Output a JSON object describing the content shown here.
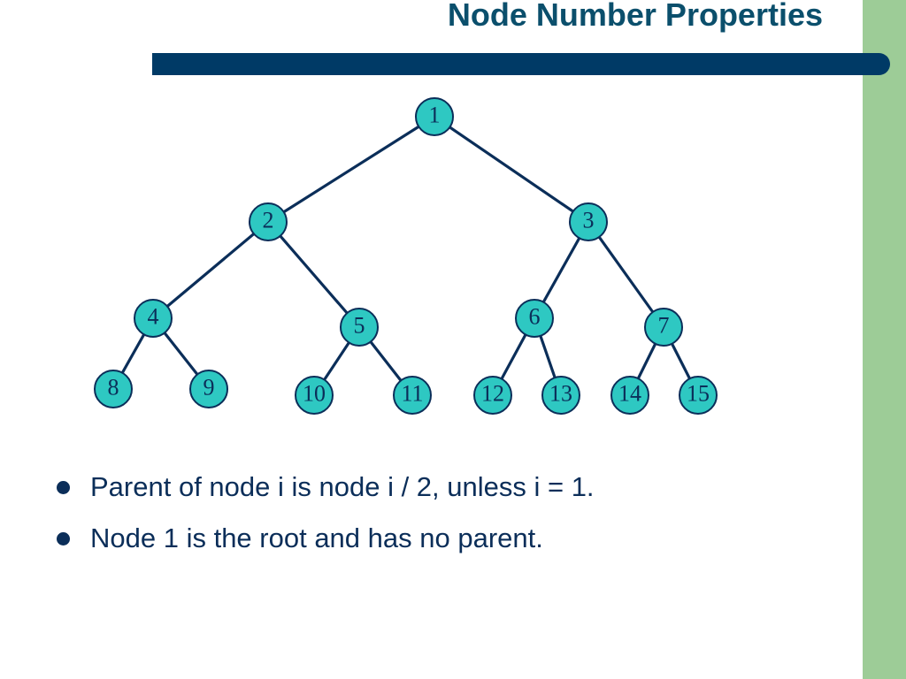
{
  "slide": {
    "title": "Node Number Properties",
    "bullets": [
      "Parent of node i is node i / 2, unless i = 1.",
      "Node 1 is the root and has no parent."
    ]
  },
  "colors": {
    "title": "#0b4f6c",
    "title_bar": "#003a66",
    "side_band": "#9dcc97",
    "node_fill": "#2ec8c2",
    "node_stroke": "#0b2e59",
    "text": "#0b2e59"
  },
  "tree": {
    "nodes": [
      {
        "id": 1,
        "label": "1"
      },
      {
        "id": 2,
        "label": "2"
      },
      {
        "id": 3,
        "label": "3"
      },
      {
        "id": 4,
        "label": "4"
      },
      {
        "id": 5,
        "label": "5"
      },
      {
        "id": 6,
        "label": "6"
      },
      {
        "id": 7,
        "label": "7"
      },
      {
        "id": 8,
        "label": "8"
      },
      {
        "id": 9,
        "label": "9"
      },
      {
        "id": 10,
        "label": "10"
      },
      {
        "id": 11,
        "label": "11"
      },
      {
        "id": 12,
        "label": "12"
      },
      {
        "id": 13,
        "label": "13"
      },
      {
        "id": 14,
        "label": "14"
      },
      {
        "id": 15,
        "label": "15"
      }
    ],
    "edges": [
      [
        1,
        2
      ],
      [
        1,
        3
      ],
      [
        2,
        4
      ],
      [
        2,
        5
      ],
      [
        3,
        6
      ],
      [
        3,
        7
      ],
      [
        4,
        8
      ],
      [
        4,
        9
      ],
      [
        5,
        10
      ],
      [
        5,
        11
      ],
      [
        6,
        12
      ],
      [
        6,
        13
      ],
      [
        7,
        14
      ],
      [
        7,
        15
      ]
    ]
  }
}
